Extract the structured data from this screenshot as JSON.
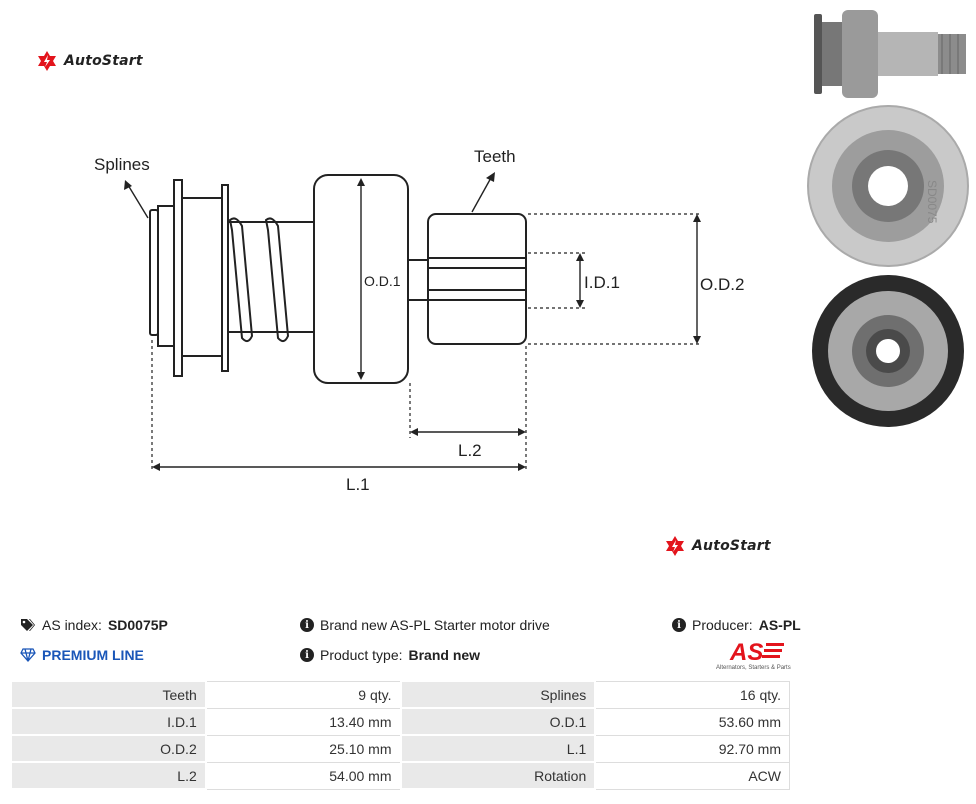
{
  "brand": {
    "logo_text": "AutoStart"
  },
  "diagram": {
    "labels": {
      "splines": "Splines",
      "teeth": "Teeth",
      "od1": "O.D.1",
      "id1": "I.D.1",
      "od2": "O.D.2",
      "l2": "L.2",
      "l1": "L.1"
    }
  },
  "info": {
    "as_index_label": "AS index:",
    "as_index_value": "SD0075P",
    "premium_line": "PREMIUM LINE",
    "description": "Brand new AS-PL Starter motor drive",
    "product_type_label": "Product type:",
    "product_type_value": "Brand new",
    "producer_label": "Producer:",
    "producer_value": "AS-PL",
    "producer_logo_tagline": "Alternators, Starters & Parts"
  },
  "specs": [
    {
      "label_a": "Teeth",
      "value_a": "9 qty.",
      "label_b": "Splines",
      "value_b": "16 qty."
    },
    {
      "label_a": "I.D.1",
      "value_a": "13.40 mm",
      "label_b": "O.D.1",
      "value_b": "53.60 mm"
    },
    {
      "label_a": "O.D.2",
      "value_a": "25.10 mm",
      "label_b": "L.1",
      "value_b": "92.70 mm"
    },
    {
      "label_a": "L.2",
      "value_a": "54.00 mm",
      "label_b": "Rotation",
      "value_b": "ACW"
    }
  ],
  "colors": {
    "premium": "#1a56b8",
    "brand_red": "#e3141c",
    "table_label_bg": "#e9e9e9"
  }
}
